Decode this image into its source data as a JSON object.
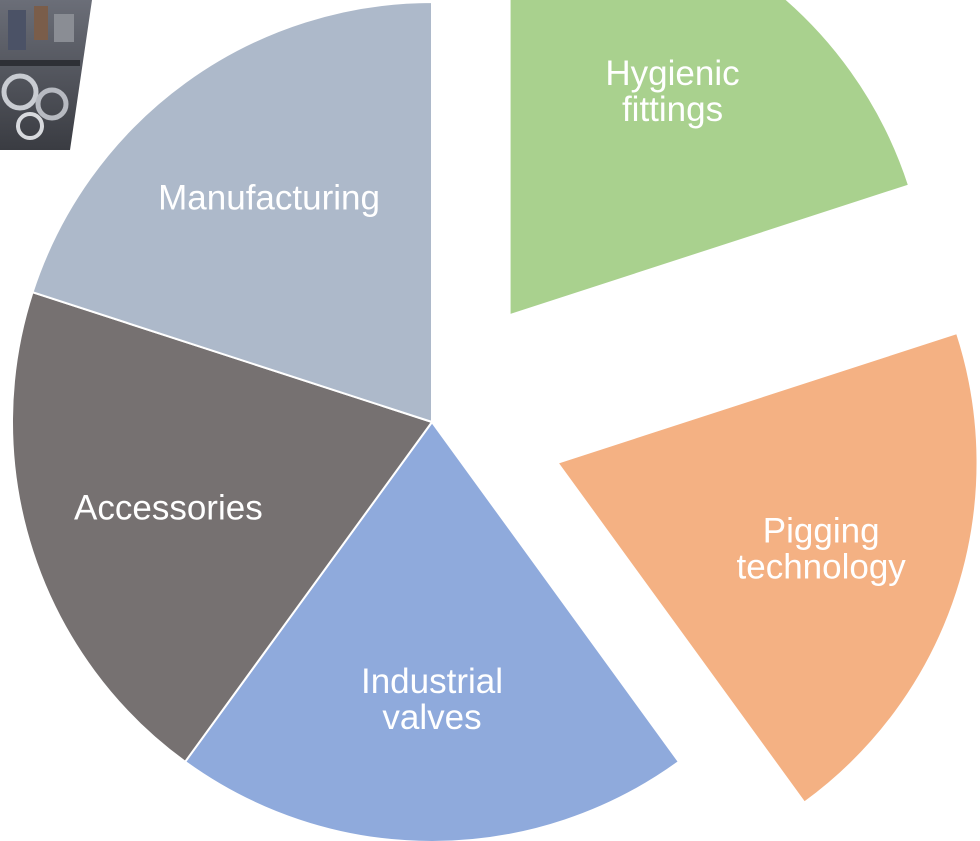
{
  "chart_data": {
    "type": "pie",
    "categories": [
      "Hygienic fittings",
      "Pigging technology",
      "Industrial valves",
      "Accessories",
      "Manufacturing"
    ],
    "values": [
      20,
      20,
      20,
      20,
      20
    ],
    "labels": [
      [
        "Hygienic",
        "fittings"
      ],
      [
        "Pigging",
        "technology"
      ],
      [
        "Industrial",
        "valves"
      ],
      [
        "Accessories"
      ],
      [
        "Manufacturing"
      ]
    ],
    "colors": [
      "#a9d18e",
      "#f4b183",
      "#8faadc",
      "#767171",
      "#adb9ca"
    ],
    "exploded": [
      true,
      true,
      false,
      false,
      false
    ],
    "label_color": "#ffffff"
  },
  "photo": {
    "subject": "industrial-workshop-photo"
  }
}
